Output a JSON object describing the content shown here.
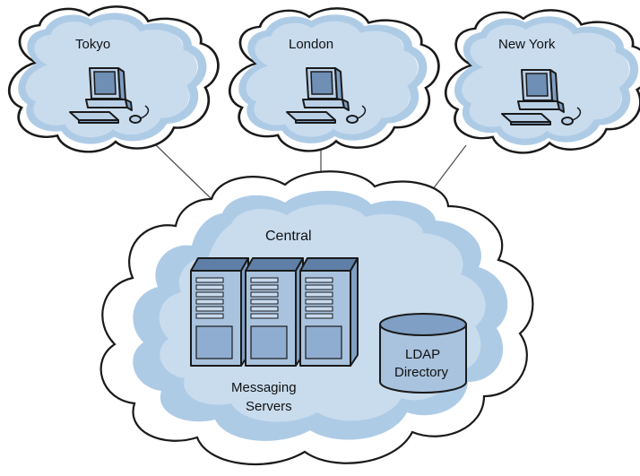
{
  "colors": {
    "cloud_fill": "#c9dcee",
    "cloud_band": "#aecbe6",
    "server_face": "#a9c3de",
    "server_side": "#7f9fc4",
    "server_dark": "#5f7fa6",
    "monitor_screen": "#6f8fb5",
    "computer_body": "#b9cfe6"
  },
  "sites": [
    {
      "label": "Tokyo",
      "icon": "desktop-computer-icon"
    },
    {
      "label": "London",
      "icon": "desktop-computer-icon"
    },
    {
      "label": "New York",
      "icon": "desktop-computer-icon"
    }
  ],
  "central": {
    "label": "Central",
    "servers_label_line1": "Messaging",
    "servers_label_line2": "Servers",
    "servers_icon": "server-tower-icon",
    "directory_label_line1": "LDAP",
    "directory_label_line2": "Directory",
    "directory_icon": "database-cylinder-icon"
  }
}
